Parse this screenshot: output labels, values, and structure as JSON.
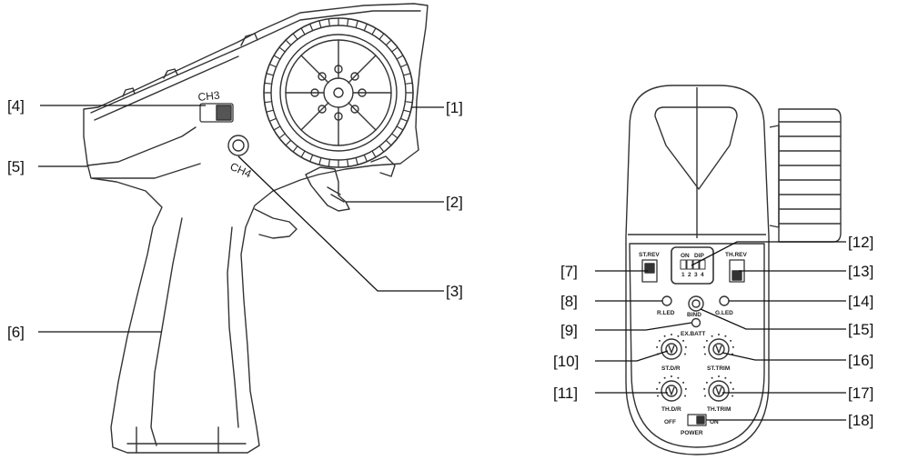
{
  "left_view": {
    "callouts": [
      "[1]",
      "[2]",
      "[3]",
      "[4]",
      "[5]",
      "[6]"
    ],
    "ch3_label": "CH3",
    "ch4_label": "CH4"
  },
  "right_view": {
    "callouts": [
      "[7]",
      "[8]",
      "[9]",
      "[10]",
      "[11]",
      "[12]",
      "[13]",
      "[14]",
      "[15]",
      "[16]",
      "[17]",
      "[18]"
    ],
    "panel_labels": {
      "st_rev": "ST.REV",
      "th_rev": "TH.REV",
      "dip_on": "ON",
      "dip_sw": "DIP",
      "dip_numbers": [
        "1",
        "2",
        "3",
        "4"
      ],
      "r_led": "R.LED",
      "g_led": "G.LED",
      "bind": "BIND",
      "ex_batt": "EX.BATT",
      "st_dr": "ST.D/R",
      "st_trim": "ST.TRIM",
      "th_dr": "TH.D/R",
      "th_trim": "TH.TRIM",
      "off": "OFF",
      "on": "ON",
      "power": "POWER"
    }
  }
}
